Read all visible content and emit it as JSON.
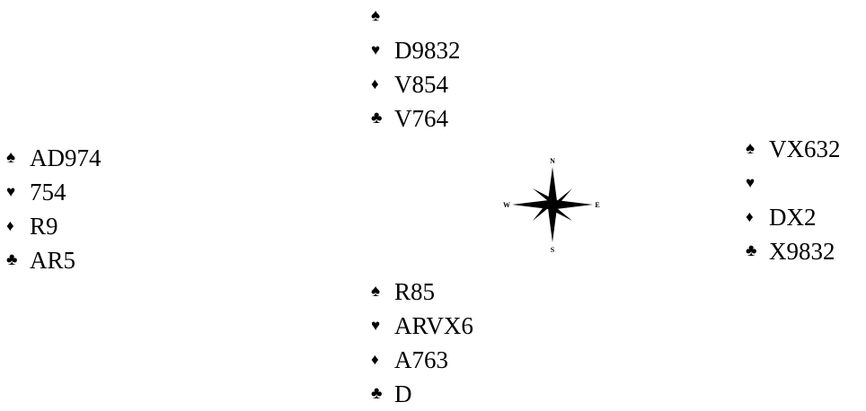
{
  "hands": {
    "north": {
      "spades": "",
      "hearts": "D9832",
      "diamonds": "V854",
      "clubs": "V764"
    },
    "west": {
      "spades": "AD974",
      "hearts": "754",
      "diamonds": "R9",
      "clubs": "AR5"
    },
    "east": {
      "spades": "VX632",
      "hearts": "",
      "diamonds": "DX2",
      "clubs": "X9832"
    },
    "south": {
      "spades": "R85",
      "hearts": "ARVX6",
      "diamonds": "A763",
      "clubs": "D"
    }
  },
  "symbols": {
    "spade": "♠",
    "heart": "♥",
    "diamond": "♦",
    "club": "♣"
  },
  "compass": {
    "icon": "compass-rose-icon",
    "north": "N",
    "east": "E",
    "south": "S",
    "west": "W"
  },
  "colors": {
    "text": "#000000",
    "background": "#ffffff"
  }
}
